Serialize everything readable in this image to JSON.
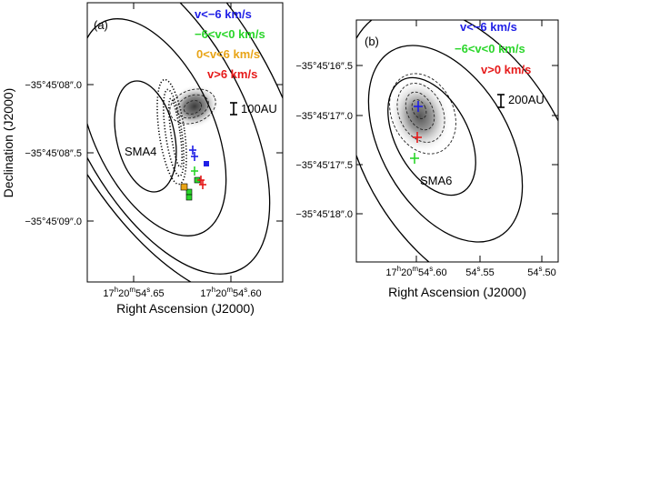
{
  "panels": [
    {
      "id": "a",
      "label": "(a)",
      "source": "SMA4",
      "scale_bar": "100AU",
      "legend": [
        {
          "text": "v<−6 km/s",
          "color": "#1f1fe6"
        },
        {
          "text": "−6<v<0 km/s",
          "color": "#2bd62b"
        },
        {
          "text": "0<v<6 km/s",
          "color": "#e8a416"
        },
        {
          "text": "v>6 km/s",
          "color": "#e61a1a"
        }
      ],
      "y_ticks": [
        "−35°45′08″.0",
        "−35°45′08″.5",
        "−35°45′09″.0"
      ],
      "x_ticks": [
        {
          "h": "17",
          "m": "20",
          "s": "54",
          "frac": ".65"
        },
        {
          "h": "17",
          "m": "20",
          "s": "54",
          "frac": ".60"
        }
      ],
      "xlabel": "Right Ascension (J2000)",
      "ylabel": "Declination (J2000)"
    },
    {
      "id": "b",
      "label": "(b)",
      "source": "SMA6",
      "scale_bar": "200AU",
      "legend": [
        {
          "text": "v<−6 km/s",
          "color": "#1f1fe6"
        },
        {
          "text": "−6<v<0 km/s",
          "color": "#2bd62b"
        },
        {
          "text": "v>0 km/s",
          "color": "#e61a1a"
        }
      ],
      "y_ticks": [
        "−35°45′16″.5",
        "−35°45′17″.0",
        "−35°45′17″.5",
        "−35°45′18″.0"
      ],
      "x_ticks": [
        {
          "h": "17",
          "m": "20",
          "s": "54",
          "frac": ".60"
        },
        {
          "h": "",
          "m": "",
          "s": "54",
          "frac": ".55"
        },
        {
          "h": "",
          "m": "",
          "s": "54",
          "frac": ".50"
        }
      ],
      "xlabel": "Right Ascension (J2000)"
    }
  ]
}
